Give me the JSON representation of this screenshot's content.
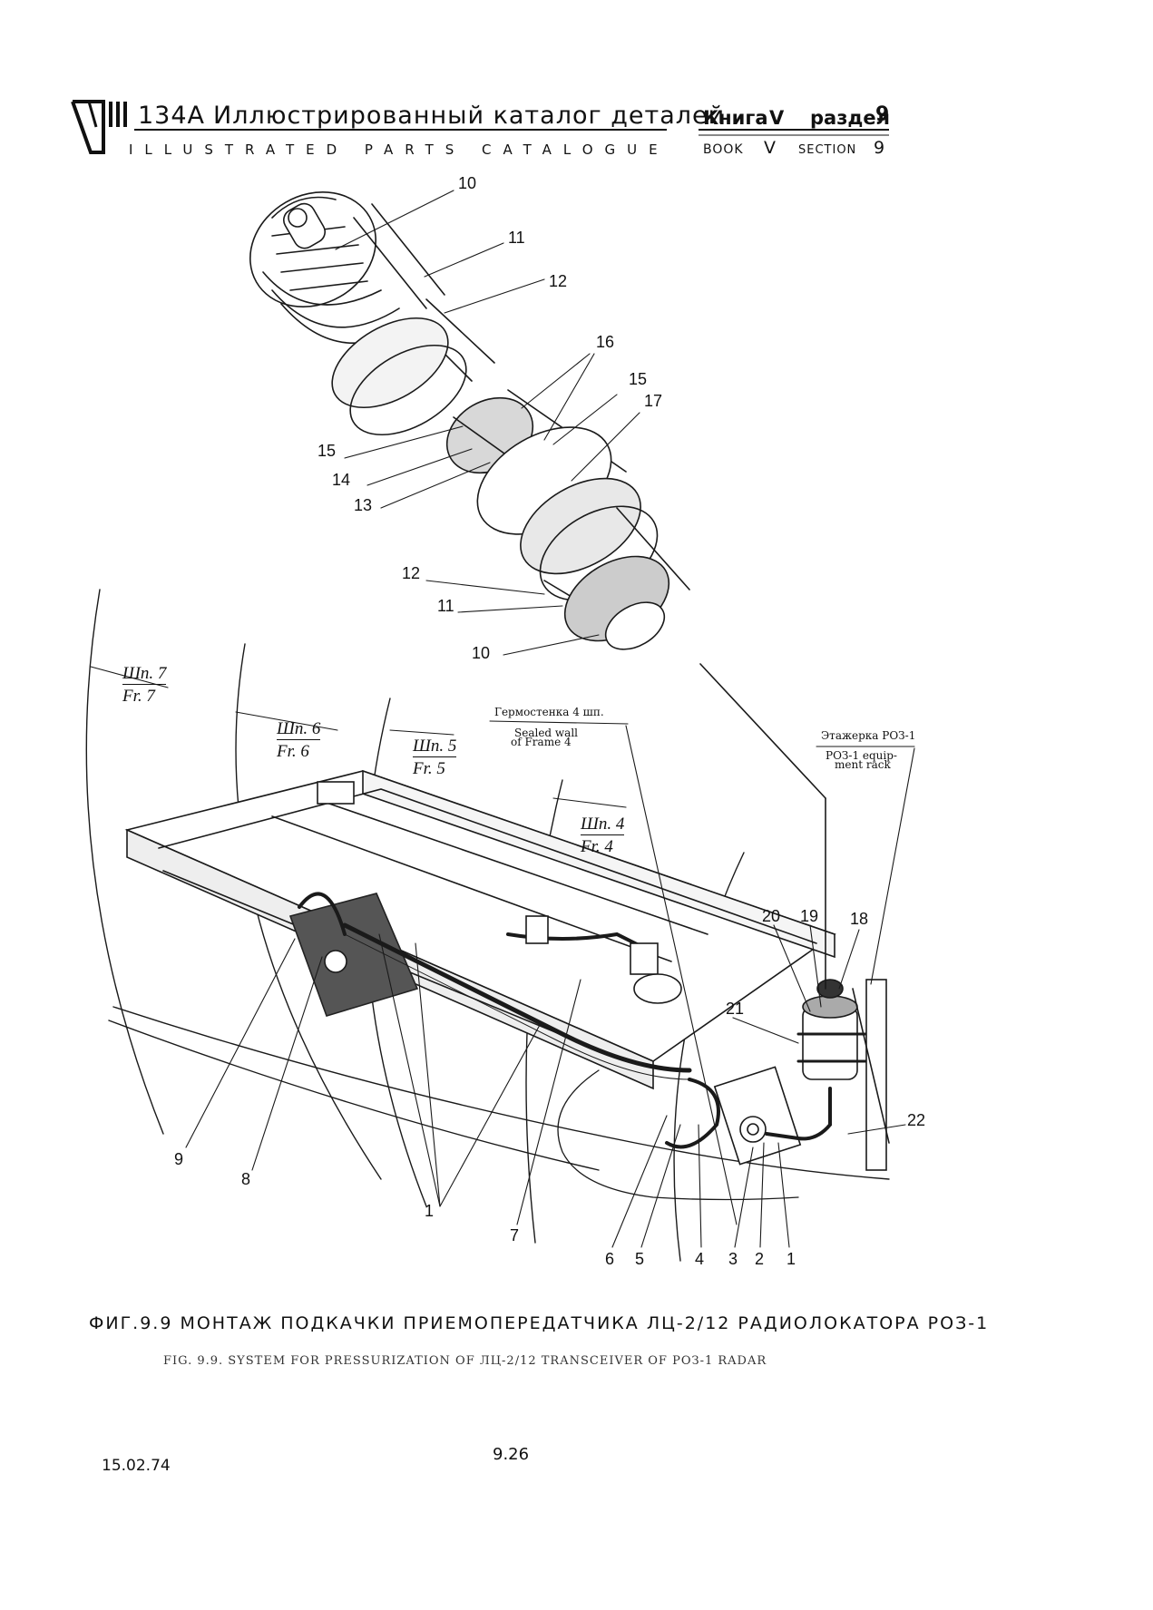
{
  "header": {
    "model": "134A",
    "title_ru": "Иллюстрированный каталог деталей",
    "title_en": "ILLUSTRATED PARTS CATALOGUE",
    "book_ru_label": "Книга",
    "book_ru_num": "V",
    "section_ru_label": "раздел",
    "section_ru_num": "9",
    "book_en_label": "BOOK",
    "book_en_num": "V",
    "section_en_label": "SECTION",
    "section_en_num": "9"
  },
  "callouts": {
    "top": [
      "10",
      "11",
      "12",
      "16",
      "15",
      "17",
      "15",
      "14",
      "13",
      "12",
      "11",
      "10"
    ],
    "bottom": [
      "9",
      "8",
      "1",
      "7",
      "6",
      "5",
      "4",
      "3",
      "2",
      "1",
      "20",
      "19",
      "18",
      "21",
      "22"
    ]
  },
  "frames": [
    {
      "ru": "Шп. 7",
      "en": "Fr. 7"
    },
    {
      "ru": "Шп. 6",
      "en": "Fr. 6"
    },
    {
      "ru": "Шп. 5",
      "en": "Fr. 5"
    },
    {
      "ru": "Шп. 4",
      "en": "Fr. 4"
    }
  ],
  "notes": {
    "wall_ru": "Гермостенка 4 шп.",
    "wall_en_1": "Sealed wall",
    "wall_en_2": "of Frame 4",
    "rack_ru": "Этажерка РОЗ-1",
    "rack_en_1": "РОЗ-1 equip-",
    "rack_en_2": "ment rack"
  },
  "caption": {
    "ru": "ФИГ.9.9 МОНТАЖ ПОДКАЧКИ ПРИЕМОПЕРЕДАТЧИКА ЛЦ-2/12 РАДИОЛОКАТОРА РОЗ-1",
    "en": "FIG. 9.9. SYSTEM FOR PRESSURIZATION OF ЛЦ-2/12 TRANSCEIVER OF РОЗ-1 RADAR"
  },
  "footer": {
    "date": "15.02.74",
    "page": "9.26"
  }
}
